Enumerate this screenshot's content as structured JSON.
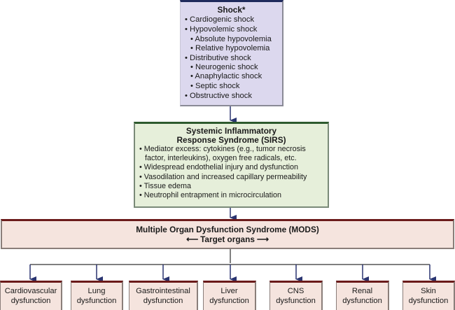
{
  "shock": {
    "title": "Shock*",
    "items": [
      {
        "text": "• Cardiogenic shock",
        "level": 0
      },
      {
        "text": "• Hypovolemic shock",
        "level": 0
      },
      {
        "text": "• Absolute hypovolemia",
        "level": 1
      },
      {
        "text": "• Relative hypovolemia",
        "level": 1
      },
      {
        "text": "• Distributive shock",
        "level": 0
      },
      {
        "text": "• Neurogenic shock",
        "level": 1
      },
      {
        "text": "• Anaphylactic shock",
        "level": 1
      },
      {
        "text": "• Septic shock",
        "level": 1
      },
      {
        "text": "• Obstructive shock",
        "level": 0
      }
    ]
  },
  "sirs": {
    "title_line1": "Systemic Inflammatory",
    "title_line2": "Response Syndrome (SIRS)",
    "items": [
      "• Mediator excess: cytokines (e.g., tumor necrosis",
      "factor, interleukins), oxygen free radicals, etc.",
      "• Widespread endothelial injury and dysfunction",
      "• Vasodilation and increased capillary permeability",
      "• Tissue edema",
      "• Neutrophil entrapment in microcirculation"
    ]
  },
  "mods": {
    "title": "Multiple Organ Dysfunction Syndrome (MODS)",
    "left_arrow": "⟵",
    "subtitle": "Target organs",
    "right_arrow": "⟶"
  },
  "organs": [
    {
      "line1": "Cardiovascular",
      "line2": "dysfunction"
    },
    {
      "line1": "Lung",
      "line2": "dysfunction"
    },
    {
      "line1": "Gastrointestinal",
      "line2": "dysfunction"
    },
    {
      "line1": "Liver",
      "line2": "dysfunction"
    },
    {
      "line1": "CNS",
      "line2": "dysfunction"
    },
    {
      "line1": "Renal",
      "line2": "dysfunction"
    },
    {
      "line1": "Skin",
      "line2": "dysfunction"
    }
  ],
  "colors": {
    "shock_accent": "#1f2a5c",
    "shock_fill": "#dcd8ee",
    "sirs_accent": "#2e5a2e",
    "sirs_fill": "#e6efda",
    "mods_accent": "#6b1a1a",
    "mods_fill": "#f5e4de",
    "arrow": "#2a3470"
  }
}
